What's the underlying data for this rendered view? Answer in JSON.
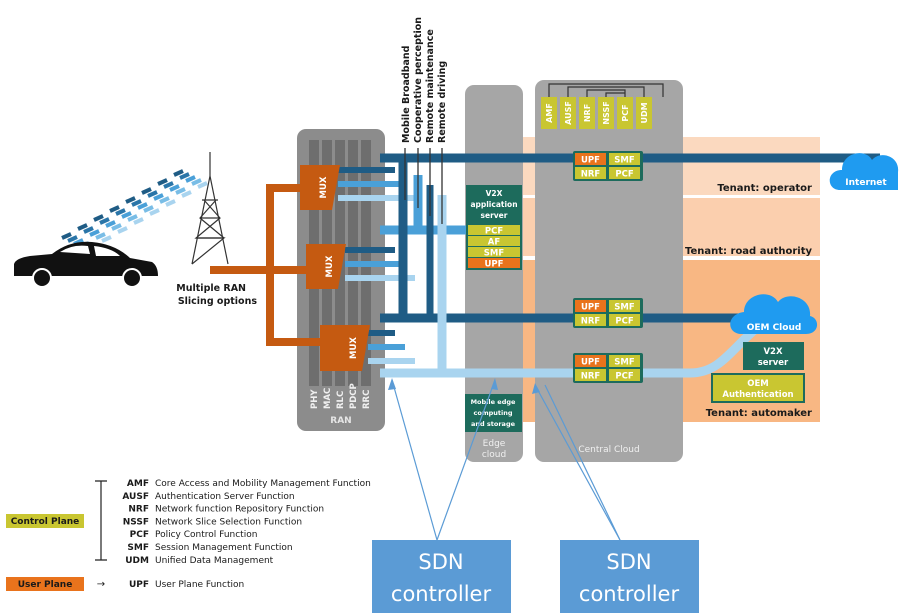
{
  "diagram": {
    "slice_labels": [
      "Mobile Broadband",
      "Cooperative perception",
      "Remote maintenance",
      "Remote driving"
    ],
    "ran": {
      "label": "RAN",
      "layers": [
        "PHY",
        "MAC",
        "RLC",
        "PDCP",
        "RRC"
      ],
      "mux_label": "MUX",
      "slicing_label_line1": "Multiple RAN",
      "slicing_label_line2": "Slicing options"
    },
    "edge": {
      "label_line1": "Edge",
      "label_line2": "cloud",
      "stack": [
        "V2X application server",
        "PCF",
        "AF",
        "SMF",
        "UPF"
      ],
      "stack_v2x_lines": [
        "V2X",
        "application",
        "server"
      ],
      "mobile_edge_lines": [
        "Mobile edge",
        "computing",
        "and storage"
      ]
    },
    "central": {
      "label": "Central Cloud",
      "functions": [
        "AMF",
        "AUSF",
        "NRF",
        "NSSF",
        "PCF",
        "UDM"
      ],
      "slice_boxes": [
        "UPF",
        "SMF",
        "NRF",
        "PCF"
      ]
    },
    "tenants": [
      "Tenant: operator",
      "Tenant: road authority",
      "Tenant: automaker"
    ],
    "clouds": {
      "internet": "Internet",
      "oem": "OEM Cloud"
    },
    "oem": {
      "v2x_server_lines": [
        "V2X",
        "server"
      ],
      "auth_lines": [
        "OEM",
        "Authentication"
      ]
    },
    "sdn": {
      "line1": "SDN",
      "line2": "controller"
    },
    "colors": {
      "ran_gray": "#8c8c8c",
      "cloud_gray": "#a6a6a6",
      "orange": "#c55a11",
      "dark_green": "#1d6b5c",
      "yellow": "#c9c631",
      "upf_orange": "#e9731c",
      "blue_dark": "#1f5c85",
      "blue_mid": "#4aa0d8",
      "blue_light": "#a9d4ef",
      "sdn_blue": "#5b9bd5",
      "cloud_blue": "#1f9bf0"
    }
  },
  "legend": {
    "control_plane": "Control Plane",
    "user_plane": "User Plane",
    "arrow": "→",
    "items": [
      {
        "abbr": "AMF",
        "text": "Core Access and Mobility Management Function"
      },
      {
        "abbr": "AUSF",
        "text": "Authentication Server Function"
      },
      {
        "abbr": "NRF",
        "text": "Network function Repository Function"
      },
      {
        "abbr": "NSSF",
        "text": "Network Slice Selection Function"
      },
      {
        "abbr": "PCF",
        "text": "Policy Control Function"
      },
      {
        "abbr": "SMF",
        "text": "Session Management Function"
      },
      {
        "abbr": "UDM",
        "text": "Unified Data Management"
      }
    ],
    "upf": {
      "abbr": "UPF",
      "text": "User Plane Function"
    }
  }
}
